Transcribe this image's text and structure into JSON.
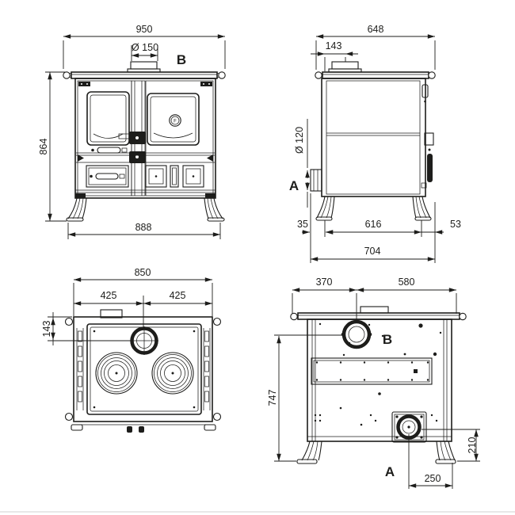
{
  "drawing": {
    "line_color": "#1d1d1b",
    "footer_rule_color": "#e8e8e8",
    "views": {
      "front": {
        "dims": {
          "overall_width": "950",
          "flue_diameter": "Ø 150",
          "flue_label": "B",
          "overall_height": "864",
          "base_width": "888"
        },
        "thermometer_mark": "F"
      },
      "side": {
        "dims": {
          "overall_depth": "648",
          "flue_offset": "143",
          "outlet_diameter": "Ø 120",
          "outlet_label": "A",
          "rear_clearance": "35",
          "leg_spacing": "616",
          "front_clearance": "53",
          "overall_depth_base": "704"
        }
      },
      "top": {
        "dims": {
          "overall_width": "850",
          "left_half": "425",
          "right_half": "425",
          "flue_offset": "143"
        }
      },
      "rear": {
        "dims": {
          "flue_offset_left": "370",
          "flue_offset_right": "580",
          "overall_height": "747",
          "flue_label": "B",
          "outlet_height": "210",
          "outlet_label": "A",
          "outlet_offset": "250"
        }
      }
    }
  }
}
